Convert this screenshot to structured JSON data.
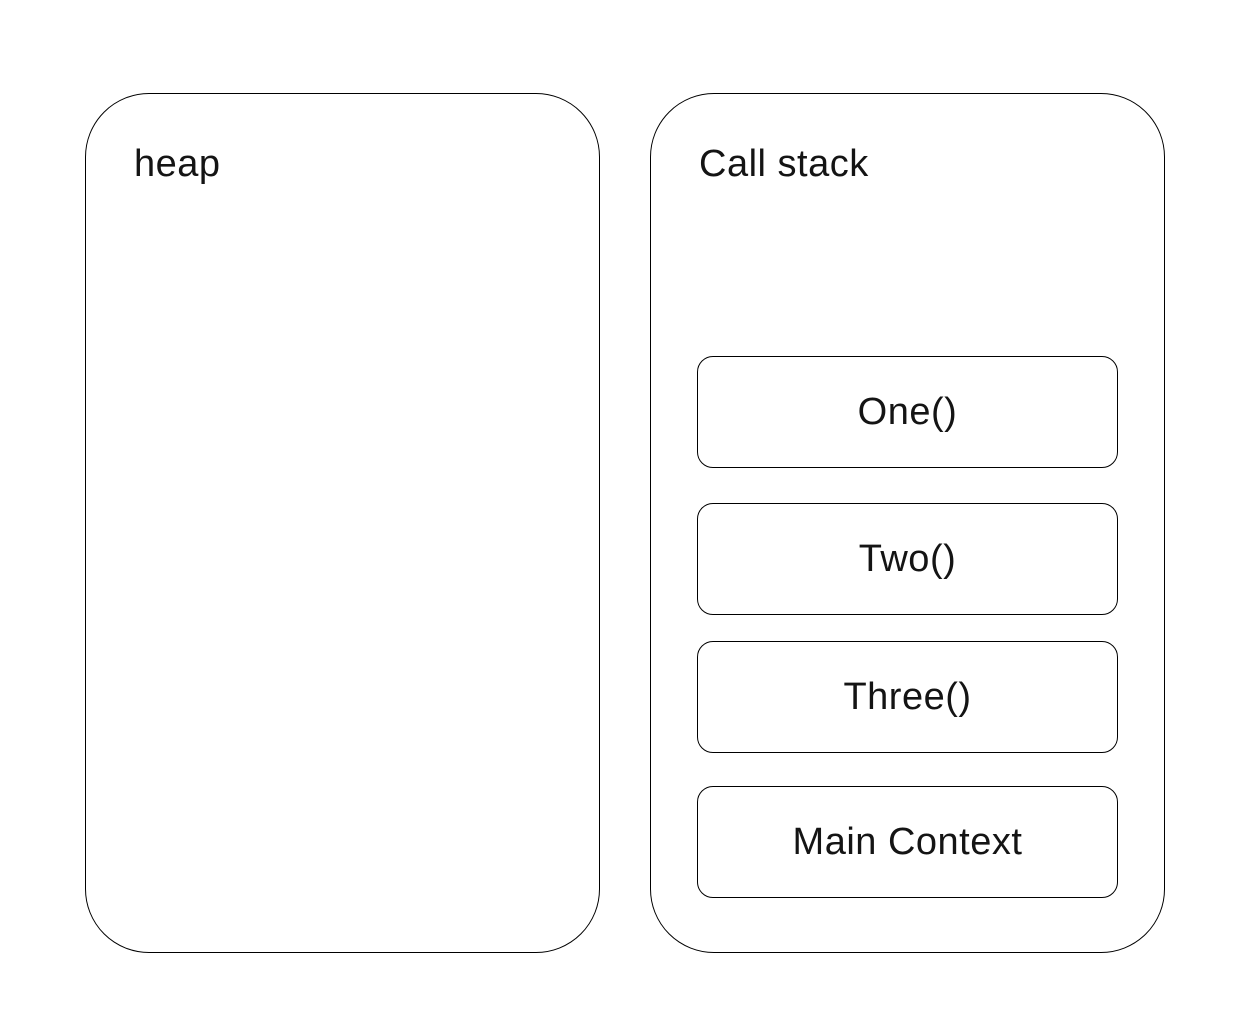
{
  "diagram": {
    "heap": {
      "label": "heap"
    },
    "call_stack": {
      "label": "Call stack",
      "frames": [
        {
          "label": "One()"
        },
        {
          "label": "Two()"
        },
        {
          "label": "Three()"
        },
        {
          "label": "Main Context"
        }
      ]
    },
    "colors": {
      "background": "#ffffff",
      "border": "#000000",
      "text": "#141414"
    }
  }
}
